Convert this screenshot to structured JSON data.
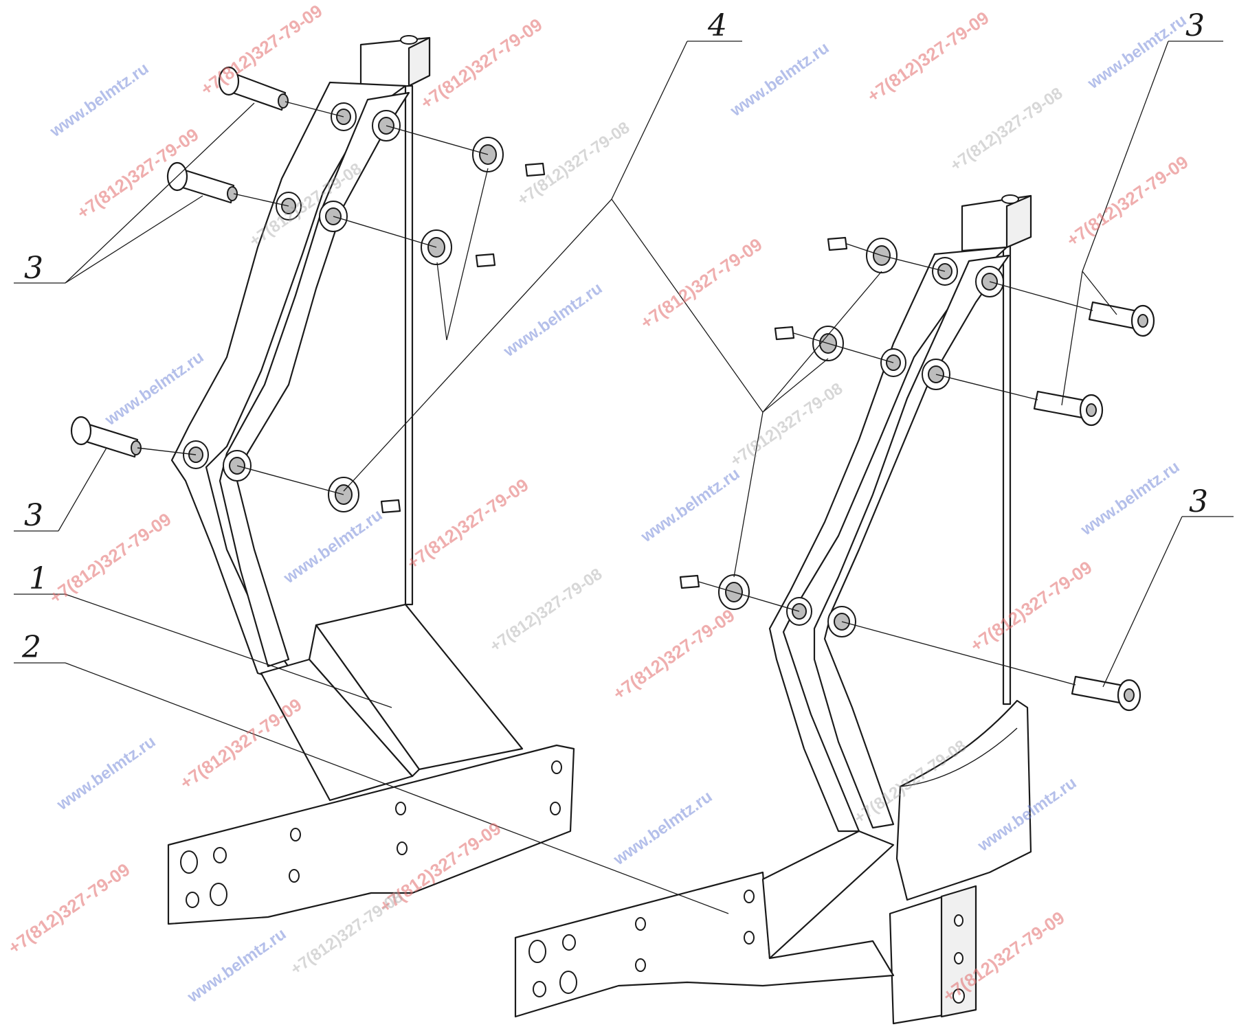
{
  "callouts": {
    "part_1": "1",
    "part_2": "2",
    "part_3": "3",
    "part_4": "4"
  },
  "watermarks": {
    "site": "www.belmtz.ru",
    "phone_1": "+7(812)327-79-09",
    "phone_2": "+7(812)327-79-08"
  },
  "colors": {
    "line": "#1a1a1a",
    "watermark_red": "#e26b6b",
    "watermark_blue": "#6a7fd6"
  }
}
